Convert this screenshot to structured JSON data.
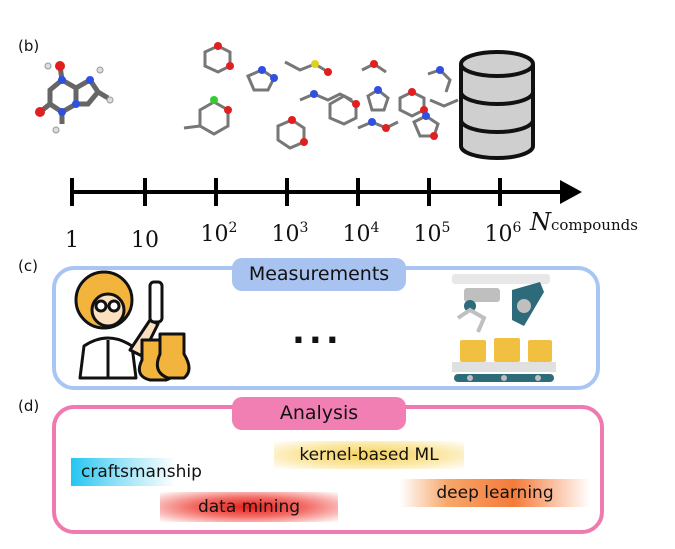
{
  "panels": {
    "b": "(b)",
    "c": "(c)",
    "d": "(d)"
  },
  "axis": {
    "ticks": [
      {
        "base": "1",
        "exp": ""
      },
      {
        "base": "10",
        "exp": ""
      },
      {
        "base": "10",
        "exp": "2"
      },
      {
        "base": "10",
        "exp": "3"
      },
      {
        "base": "10",
        "exp": "4"
      },
      {
        "base": "10",
        "exp": "5"
      },
      {
        "base": "10",
        "exp": "6"
      }
    ],
    "label_main": "N",
    "label_sub": "compounds"
  },
  "measurements": {
    "title": "Measurements",
    "ellipsis": "..."
  },
  "analysis": {
    "title": "Analysis",
    "methods": {
      "craftsmanship": "craftsmanship",
      "kernel": "kernel-based ML",
      "data_mining": "data mining",
      "deep_learning": "deep learning"
    }
  },
  "colors": {
    "measurements_border": "#a9c6f3",
    "measurements_fill": "#a8c3f0",
    "analysis_border": "#f07ab0",
    "analysis_fill": "#f17fb3",
    "craftsmanship": "#24c6f0",
    "kernel": "#f5d25a",
    "data_mining": "#e8201a",
    "deep_learning": "#f47b3a"
  },
  "icons": [
    "molecule-icon",
    "database-icon",
    "scientist-icon",
    "robot-arm-icon",
    "conveyor-belt-icon"
  ]
}
